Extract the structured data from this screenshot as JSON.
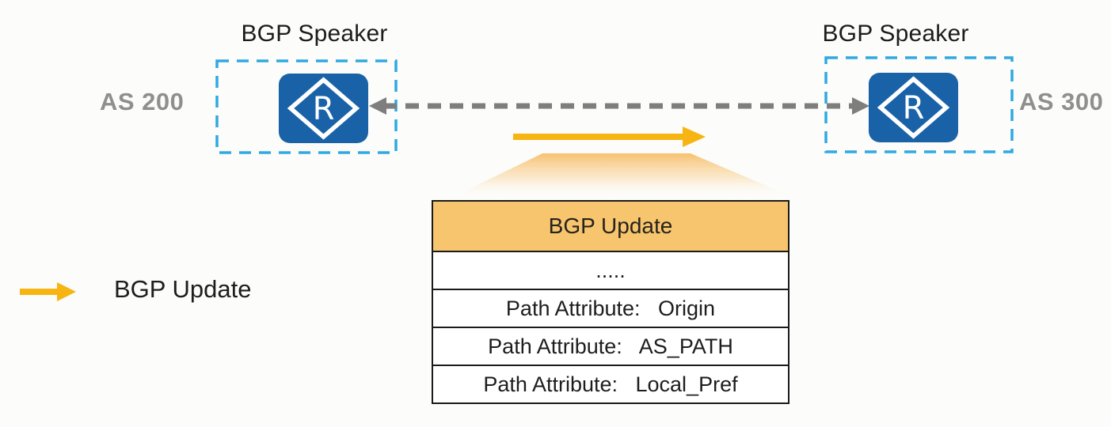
{
  "colors": {
    "as_boundary_dashed_cyan": "#2fa9e1",
    "router_blue": "#1a62a7",
    "as_label_gray": "#8f8f8f",
    "session_arrow_gray": "#7e7e7e",
    "update_arrow_orange": "#f7b513",
    "table_header_orange": "#f7c56e",
    "table_border_black": "#1a1a1a"
  },
  "left_speaker": {
    "title": "BGP Speaker",
    "as_label": "AS 200",
    "router_letter": "R"
  },
  "right_speaker": {
    "title": "BGP Speaker",
    "as_label": "AS 300",
    "router_letter": "R"
  },
  "legend": {
    "label": "BGP Update"
  },
  "update_table": {
    "header": "BGP Update",
    "rows": [
      ".....",
      "Path Attribute:   Origin",
      "Path Attribute:   AS_PATH",
      "Path Attribute:   Local_Pref"
    ]
  }
}
